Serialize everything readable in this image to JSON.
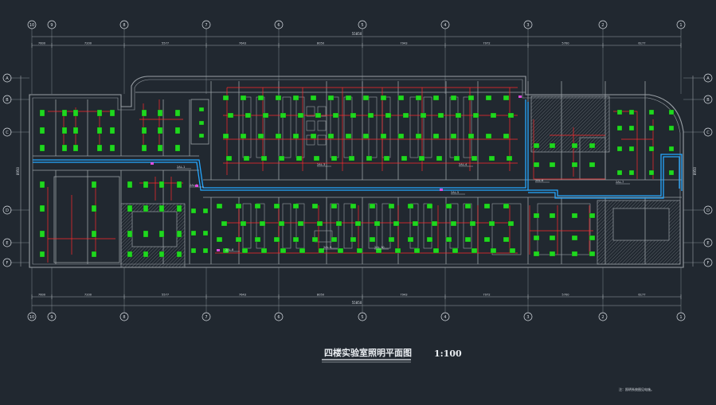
{
  "drawing": {
    "title": "四楼实验室照明平面图",
    "scale": "1:100",
    "note": "注：照明系统图见电施。"
  },
  "axes": {
    "columns": [
      "10",
      "9",
      "8",
      "7",
      "6",
      "5",
      "4",
      "3",
      "2",
      "1"
    ],
    "rows": [
      "A",
      "B",
      "C",
      "D",
      "E",
      "F"
    ]
  },
  "dimensions": {
    "top_total": "55850",
    "bottom_total": "55850",
    "top_segments": [
      "7600",
      "7200",
      "5577",
      "7643",
      "8050",
      "7943",
      "7972",
      "5700",
      "6177"
    ],
    "bottom_segments": [
      "7600",
      "7200",
      "5577",
      "7643",
      "8050",
      "7943",
      "7972",
      "5700",
      "6177"
    ],
    "left_vertical": "8950",
    "right_vertical": "8950"
  },
  "circuit_tags": [
    "2AL-1",
    "2AL-2",
    "2AL-3",
    "2AL-4",
    "2AL-5",
    "2AL-6",
    "2AL-7",
    "2AL-8",
    "2AL-9",
    "2AL-10"
  ],
  "colors": {
    "background": "#212830",
    "wall": "#9aa0a6",
    "fixture": "#1fd81f",
    "wiring": "#ff2a2a",
    "corridor_line": "#25a7ff",
    "text": "#d8dde3",
    "magenta": "#e04ce0"
  }
}
